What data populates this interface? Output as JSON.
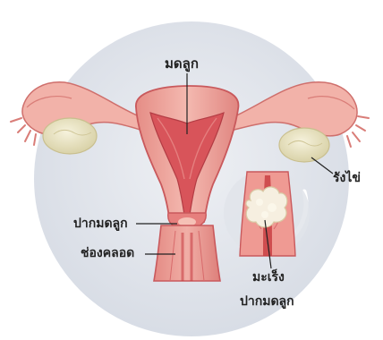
{
  "labels": {
    "uterus": "มดลูก",
    "ovary": "รังไข่",
    "cervix": "ปากมดลูก",
    "vagina": "ช่องคลอด",
    "cancer_line1": "มะเร็ง",
    "cancer_line2": "ปากมดลูก"
  },
  "colors": {
    "circle_bg": "#dfe3ea",
    "tissue_light": "#f3b5ad",
    "tissue_mid": "#e07f7b",
    "tissue_dark": "#b94a52",
    "canal": "#c7393f",
    "ovary": "#ece7c8",
    "tumor": "#f5efe0",
    "text": "#222222"
  }
}
